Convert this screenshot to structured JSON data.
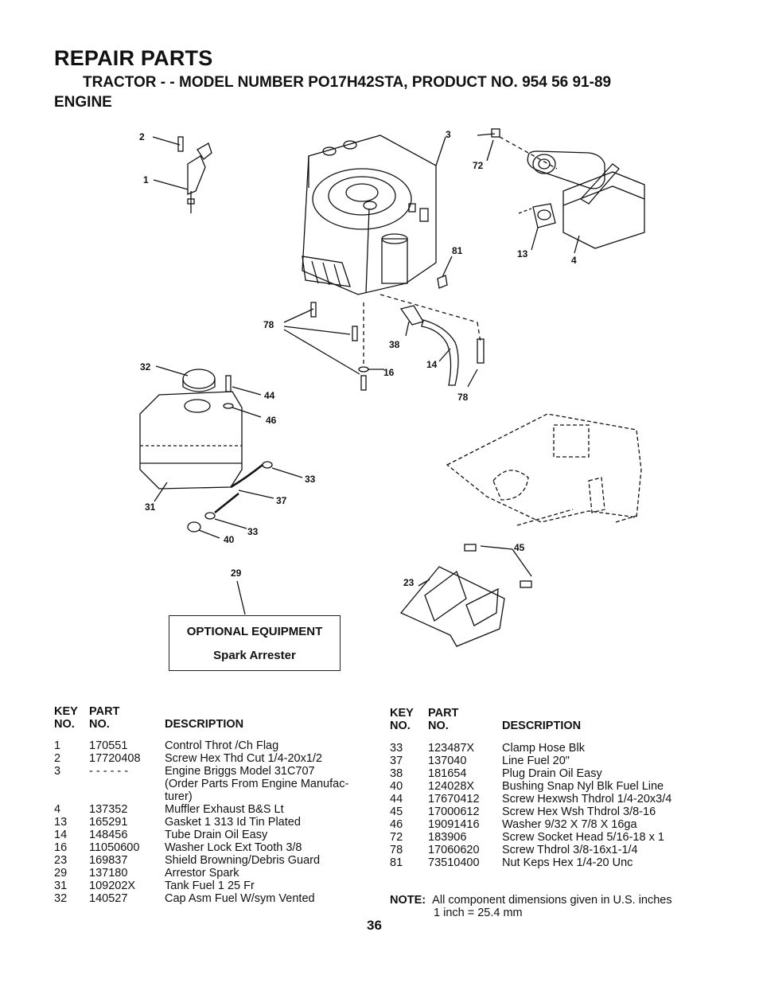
{
  "header": {
    "title": "REPAIR PARTS",
    "subtitle": "TRACTOR - - MODEL NUMBER PO17H42STA, PRODUCT NO. 954 56 91-89",
    "section": "ENGINE"
  },
  "diagram": {
    "callouts": [
      "2",
      "1",
      "3",
      "72",
      "13",
      "4",
      "81",
      "78",
      "38",
      "16",
      "14",
      "78",
      "32",
      "44",
      "46",
      "33",
      "37",
      "31",
      "33",
      "40",
      "45",
      "23",
      "29"
    ],
    "optional_equipment": {
      "heading": "OPTIONAL EQUIPMENT",
      "item": "Spark Arrester"
    }
  },
  "left_table": {
    "headers": {
      "key_1": "KEY",
      "key_2": "NO.",
      "part_1": "PART",
      "part_2": "NO.",
      "desc": "DESCRIPTION"
    },
    "rows": [
      {
        "key": "1",
        "part": "170551",
        "desc": "Control Throt /Ch Flag"
      },
      {
        "key": "2",
        "part": "17720408",
        "desc": "Screw Hex Thd Cut 1/4-20x1/2"
      },
      {
        "key": "3",
        "part": "- - - - - -",
        "desc": "Engine  Briggs Model 31C707"
      },
      {
        "key": "",
        "part": "",
        "desc": "(Order Parts From Engine Manufac-"
      },
      {
        "key": "",
        "part": "",
        "desc": "turer)"
      },
      {
        "key": "4",
        "part": "137352",
        "desc": "Muffler Exhaust B&S Lt"
      },
      {
        "key": "13",
        "part": "165291",
        "desc": "Gasket 1 313 Id Tin Plated"
      },
      {
        "key": "14",
        "part": "148456",
        "desc": "Tube Drain Oil Easy"
      },
      {
        "key": "16",
        "part": "11050600",
        "desc": "Washer Lock Ext Tooth 3/8"
      },
      {
        "key": "23",
        "part": "169837",
        "desc": "Shield Browning/Debris Guard"
      },
      {
        "key": "29",
        "part": "137180",
        "desc": "Arrestor Spark"
      },
      {
        "key": "31",
        "part": "109202X",
        "desc": "Tank Fuel 1 25 Fr"
      },
      {
        "key": "32",
        "part": "140527",
        "desc": "Cap Asm Fuel W/sym Vented"
      }
    ]
  },
  "right_table": {
    "headers": {
      "key_1": "KEY",
      "key_2": "NO.",
      "part_1": "PART",
      "part_2": "NO.",
      "desc": "DESCRIPTION"
    },
    "rows": [
      {
        "key": "33",
        "part": "123487X",
        "desc": "Clamp Hose Blk"
      },
      {
        "key": "37",
        "part": "137040",
        "desc": "Line Fuel 20\""
      },
      {
        "key": "38",
        "part": "181654",
        "desc": "Plug Drain Oil Easy"
      },
      {
        "key": "40",
        "part": "124028X",
        "desc": "Bushing Snap Nyl Blk Fuel Line"
      },
      {
        "key": "44",
        "part": "17670412",
        "desc": "Screw Hexwsh Thdrol 1/4-20x3/4"
      },
      {
        "key": "45",
        "part": "17000612",
        "desc": "Screw Hex Wsh Thdrol  3/8-16"
      },
      {
        "key": "46",
        "part": "19091416",
        "desc": "Washer 9/32 X 7/8 X 16ga"
      },
      {
        "key": "72",
        "part": "183906",
        "desc": "Screw Socket Head  5/16-18 x 1"
      },
      {
        "key": "78",
        "part": "17060620",
        "desc": "Screw Thdrol 3/8-16x1-1/4"
      },
      {
        "key": "81",
        "part": "73510400",
        "desc": "Nut Keps Hex 1/4-20 Unc"
      }
    ]
  },
  "note": {
    "label": "NOTE:",
    "line1": "All component dimensions given in U.S. inches",
    "line2": "1 inch = 25.4 mm"
  },
  "page_number": "36"
}
